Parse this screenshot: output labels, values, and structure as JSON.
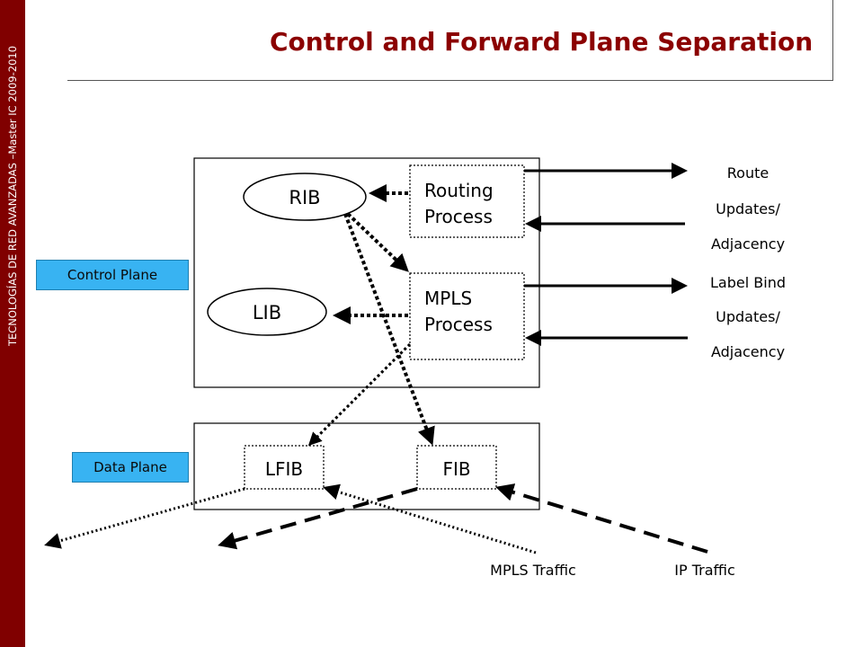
{
  "side_text": "TECNOLOGÍAS DE RED AVANZADAS –Master IC 2009-2010",
  "title": "Control and Forward Plane Separation",
  "planes": {
    "control": "Control Plane",
    "data": "Data Plane"
  },
  "nodes": {
    "rib": "RIB",
    "lib": "LIB",
    "routing_process": [
      "Routing",
      "Process"
    ],
    "mpls_process": [
      "MPLS",
      "Process"
    ],
    "lfib": "LFIB",
    "fib": "FIB"
  },
  "external": {
    "route_updates": [
      "Route",
      "Updates/",
      "Adjacency"
    ],
    "label_bind": [
      "Label Bind",
      "Updates/",
      "Adjacency"
    ],
    "mpls_traffic": "MPLS Traffic",
    "ip_traffic": "IP Traffic"
  },
  "colors": {
    "sidebar": "#800000",
    "title": "#8b0000",
    "plane_label": "#38b3f2"
  }
}
